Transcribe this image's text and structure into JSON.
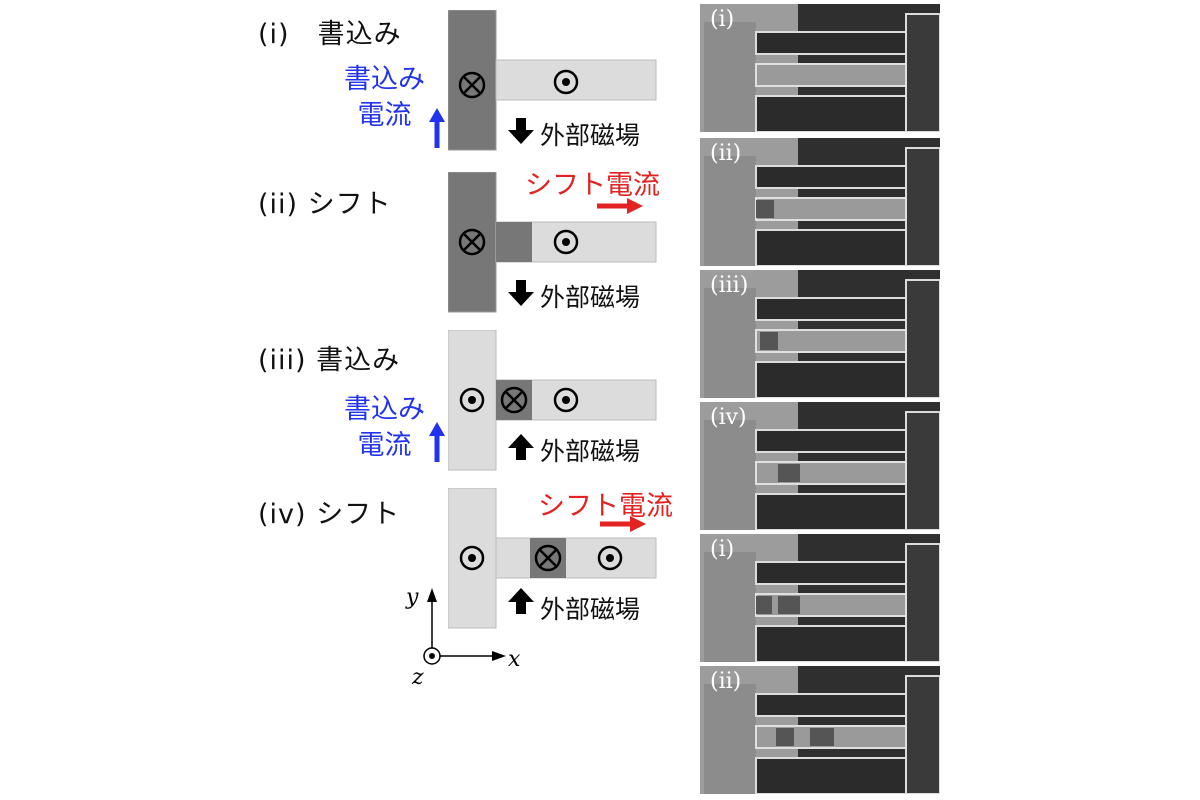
{
  "steps": [
    {
      "id": "i",
      "label": "(i)　書込み"
    },
    {
      "id": "ii",
      "label": "(ii)  シフト"
    },
    {
      "id": "iii",
      "label": "(iii) 書込み"
    },
    {
      "id": "iv",
      "label": "(iv)  シフト"
    }
  ],
  "write_current": {
    "line1": "書込み",
    "line2": "電流"
  },
  "shift_current": "シフト電流",
  "external_field": "外部磁場",
  "axes": {
    "x": "x",
    "y": "y",
    "z": "z"
  },
  "micrographs": [
    {
      "label": "(i)",
      "domains": []
    },
    {
      "label": "(ii)",
      "domains": [
        "shifted"
      ]
    },
    {
      "label": "(iii)",
      "domains": [
        "bit1"
      ]
    },
    {
      "label": "(iv)",
      "domains": [
        "bit1-shifted"
      ]
    },
    {
      "label": "(i)",
      "domains": [
        "bit1-shifted",
        "bit2"
      ]
    },
    {
      "label": "(ii)",
      "domains": [
        "bit1-far",
        "bit2-shifted"
      ]
    }
  ],
  "colors": {
    "write": "#2233ee",
    "shift": "#e32222",
    "dark_domain": "#7a7a7a",
    "light_domain": "#dcdcdc"
  }
}
